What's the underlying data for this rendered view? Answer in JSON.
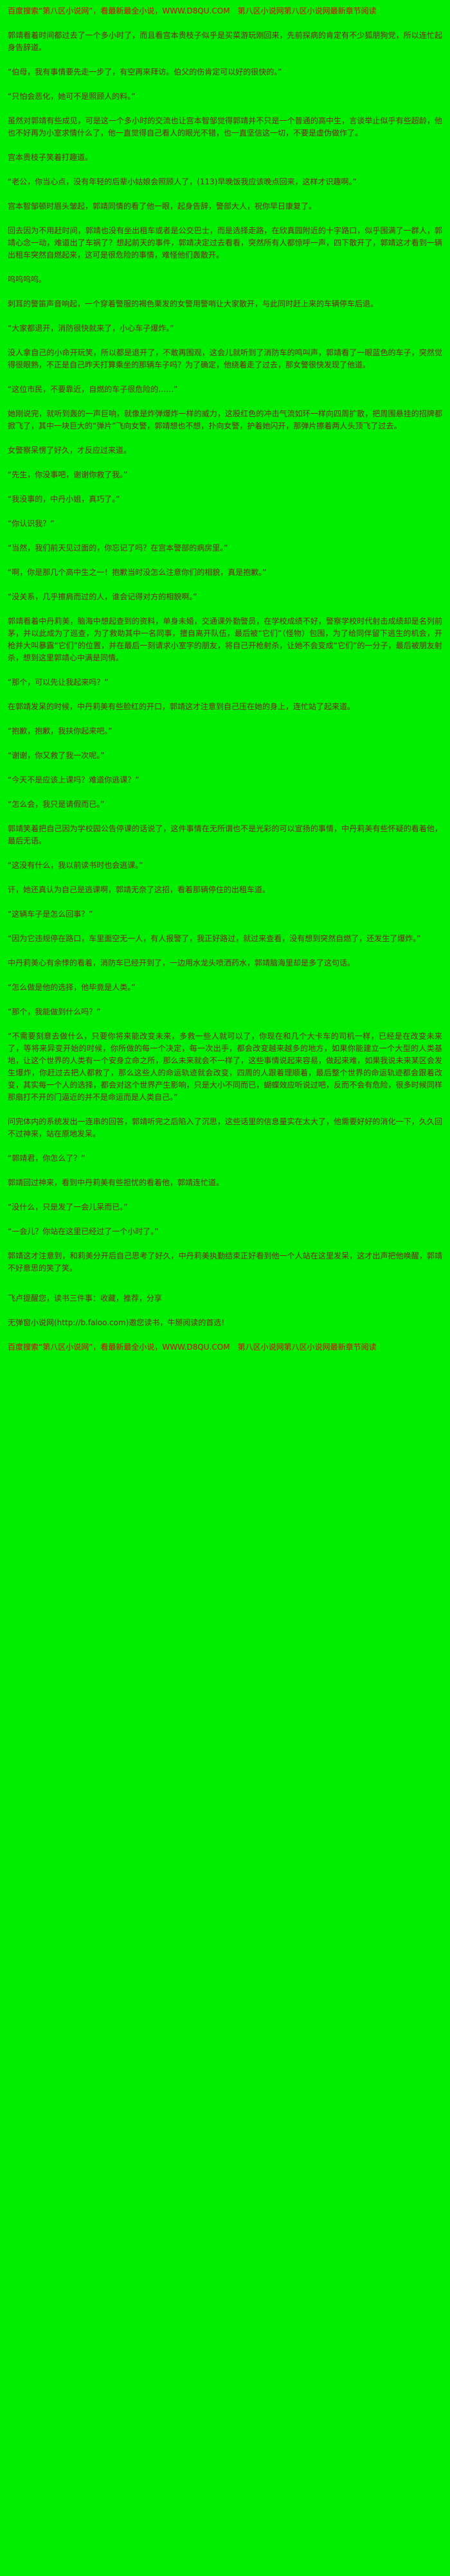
{
  "page": {
    "background_color": "#00ef00",
    "body_text_color": "#7a2417",
    "promo_text_color": "#e40000"
  },
  "header": {
    "promo": "百度搜索“第八区小说网”，看最新最全小说，WWW.D8QU.COM　第八区小说网第八区小说网最新章节阅读"
  },
  "content": {
    "paragraphs": [
      "郭靖看着时间都过去了一个多小时了，而且看宫本贵枝子似乎是买菜游玩刚回来，先前探病的肯定有不少狐朋狗党，所以连忙起身告辞道。",
      "“伯母，我有事情要先走一步了，有空再来拜访。伯父的伤肯定可以好的很快的。”",
      "“只怕会恶化，她可不是照顾人的料。”",
      "虽然对郭靖有些成见，可是这一个多小时的交流也让宫本智邹觉得郭靖并不只是一个普通的高中生，言谈举止似乎有些超龄，他也不好再为小室求情什么了，他一直觉得自己看人的眼光不错，也一直坚信这一切，不要是虚伪做作了。",
      "宫本贵枝子笑着打趣道。",
      "“老公，你当心点，没有年轻的后辈小姑娘会照顾人了，(113)早晚饭我应该晚点回来，这样才识趣啊。”",
      "宫本智邹顿时眉头皱起，郭靖同情的看了他一眼，起身告辞，警部大人，祝你早日康复了。",
      "回去因为不用赶时间，郭靖也没有坐出租车或者是公交巴士，而是选择走路，在欣真园附近的十字路口，似乎围满了一群人，郭靖心念一动，难道出了车祸了？想起前天的事件，郭靖决定过去看看，突然所有人都惊呼一声，四下散开了，郭靖这才看到一辆出租车突然自燃起来，这可是很危险的事情，难怪他们轰散开。",
      "呜呜呜呜。",
      "刺耳的警笛声音响起，一个穿着警服的褐色栗发的女警用警哨让大家散开，与此同时赶上来的车辆停车后退。",
      "“大家都退开，消防很快就来了，小心车子爆炸。”",
      "没人拿自己的小命开玩笑，所以都是退开了，不敢再围观，这会儿就听到了消防车的鸣叫声，郭靖看了一眼蓝色的车子，突然觉得很眼熟，不正是自己昨天打算乘坐的那辆车子吗？为了确定，他绕着走了过去，那女警很快发现了他道。",
      "“这位市民，不要靠近，自燃的车子很危险的……”",
      "她刚说完，就听到轰的一声巨响，就像是炸弹爆炸一样的威力，这股红色的冲击气流如环一样向四周扩散，把周围悬挂的招牌都掀飞了，其中一块巨大的“弹片”飞向女警，郭靖想也不想，扑向女警，护着她闪开，那弹片擦着两人头顶飞了过去。",
      "女警察呆愣了好久，才反应过来道。",
      "“先生，你没事吧，谢谢你救了我。”",
      "“我没事的，中丹小姐，真巧了。”",
      "“你认识我？”",
      "“当然，我们前天见过面的，你忘记了吗？在宫本警部的病房里。”",
      "“啊，你是那几个高中生之一！抱歉当时没怎么注意你们的相貌，真是抱歉。”",
      "“没关系，几乎擦肩而过的人，谁会记得对方的相貌啊。”",
      "郭靖看着中丹莉美，脑海中想起查到的资料，单身未婚，交通课外勤警员，在学校成绩不好，警察学校时代射击成绩却是名列前茅，并以此成为了巡查，为了救助其中一名同事，擅自离开队伍，最后被“它们”（怪物）包围，为了给同伴留下逃生的机会，开枪并大叫暴露“它们”的位置，并在最后一刻请求小室字的朋友，将自己开枪射杀，让她不会变成“它们”的一分子，最后被朋友射杀，想到这里郭靖心中满是同情。",
      "“那个，可以先让我起来吗？”",
      "在郭靖发呆的时候，中丹莉美有些脸红的开口，郭靖这才注意到自己压在她的身上，连忙站了起来道。",
      "“抱歉，抱歉，我扶你起来吧。”",
      "“谢谢，你又救了我一次呢。”",
      "“今天不是应该上课吗？难道你逃课？”",
      "“怎么会，我只是请假而已。”",
      "郭靖笑着把自己因为学校园公告停课的话说了，这件事情在无所谓也不是光彩的可以宣扬的事情，中丹莉美有些怀疑的看着他，最后无语。",
      "“这没有什么，我以前读书时也会逃课。”",
      "讦，她还真认为自己是逃课啊，郭靖无奈了这招，看着那辆停住的出租车道。",
      "“这辆车子是怎么回事？”",
      "“因为它违规停在路口，车里面空无一人，有人报警了，我正好路过，就过来查看，没有想到突然自燃了，还发生了爆炸。”",
      "中丹莉美心有余悸的看着，消防车已经开到了，一边用水龙头喷洒药水，郭靖脑海里却是多了这句话。",
      "“怎么做是他的选择，他毕竟是人类。”",
      "“那个，我能做到什么吗？”",
      "“不需要刻意去做什么，只要你将来能改变未来，多救一些人就可以了，你现在和几个大卡车的司机一样，已经是在改变未来了，等将来异变开始的时候，你所做的每一个决定，每一次出手，都会改变越来越多的地方，如果你能建立一个大型的人类基地，让这个世界的人类有一个安身立命之所，那么未来就会不一样了，这些事情说起来容易，做起来难，如果我说未来某区会发生爆炸，你赶过去把人都救了，那么这些人的命运轨迹就会改变，四周的人跟着理顺着，最后整个世界的命运轨迹都会跟着改变，其实每一个人的选择，都会对这个世界产生影响，只是大小不同而已，蝴蝶效应听说过吧，反而不会有危险，很多时候同样那扇打不开的门逼近的并不是命运而是人类自己。”",
      "问完体内的系统发出一连串的回答，郭靖听完之后陷入了沉思，这些话里的信息量实在太大了，他需要好好的消化一下，久久回不过神来，站在原地发呆。",
      "“郭靖君，你怎么了？”",
      "郭靖回过神来，看到中丹莉美有些担忧的看着他，郭靖连忙道。",
      "“没什么，只是发了一会儿呆而已。”",
      "“一会儿？你站在这里已经过了一个小时了。”",
      "郭靖这才注意到，和莉美分开后自己思考了好久，中丹莉美执勤结束正好看到他一个人站在这里发呆，这才出声把他唤醒，郭靖不好意思的笑了笑。"
    ]
  },
  "footer": {
    "reminder": "飞卢提醒您，读书三件事：收藏，推荐，分享",
    "site_line": "无弹窗小说网(http://b.faloo.com)邀您读书，牛掰阅读的首选!",
    "promo": "百度搜索“第八区小说网”，看最新最全小说，WWW.D8QU.COM　第八区小说网第八区小说网最新章节阅读"
  }
}
